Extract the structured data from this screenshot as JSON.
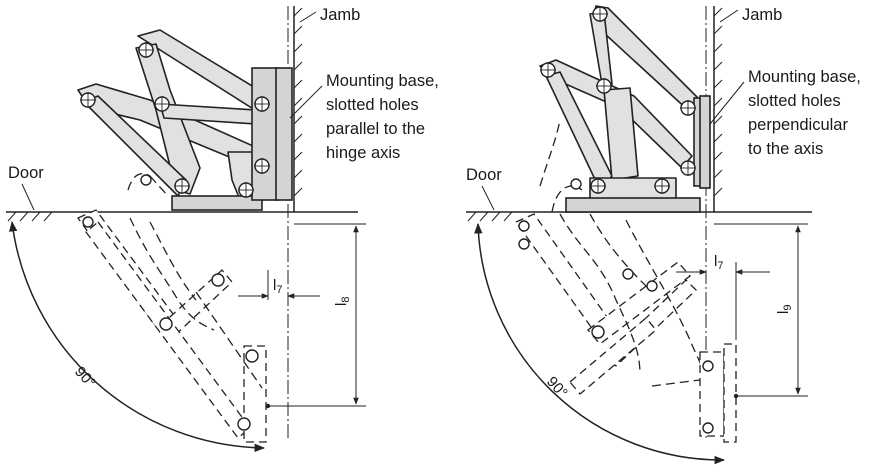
{
  "left_diagram": {
    "jamb_label": "Jamb",
    "mount_label_lines": [
      "Mounting base,",
      "slotted holes",
      "parallel to the",
      "hinge axis"
    ],
    "door_label": "Door",
    "dim_l7": "l",
    "dim_l7_sub": "7",
    "dim_l8": "l",
    "dim_l8_sub": "8",
    "angle_label": "90°"
  },
  "right_diagram": {
    "jamb_label": "Jamb",
    "mount_label_lines": [
      "Mounting base,",
      "slotted holes",
      "perpendicular",
      "to the axis"
    ],
    "door_label": "Door",
    "dim_l7": "l",
    "dim_l7_sub": "7",
    "dim_l9": "l",
    "dim_l9_sub": "9",
    "angle_label": "90°"
  }
}
